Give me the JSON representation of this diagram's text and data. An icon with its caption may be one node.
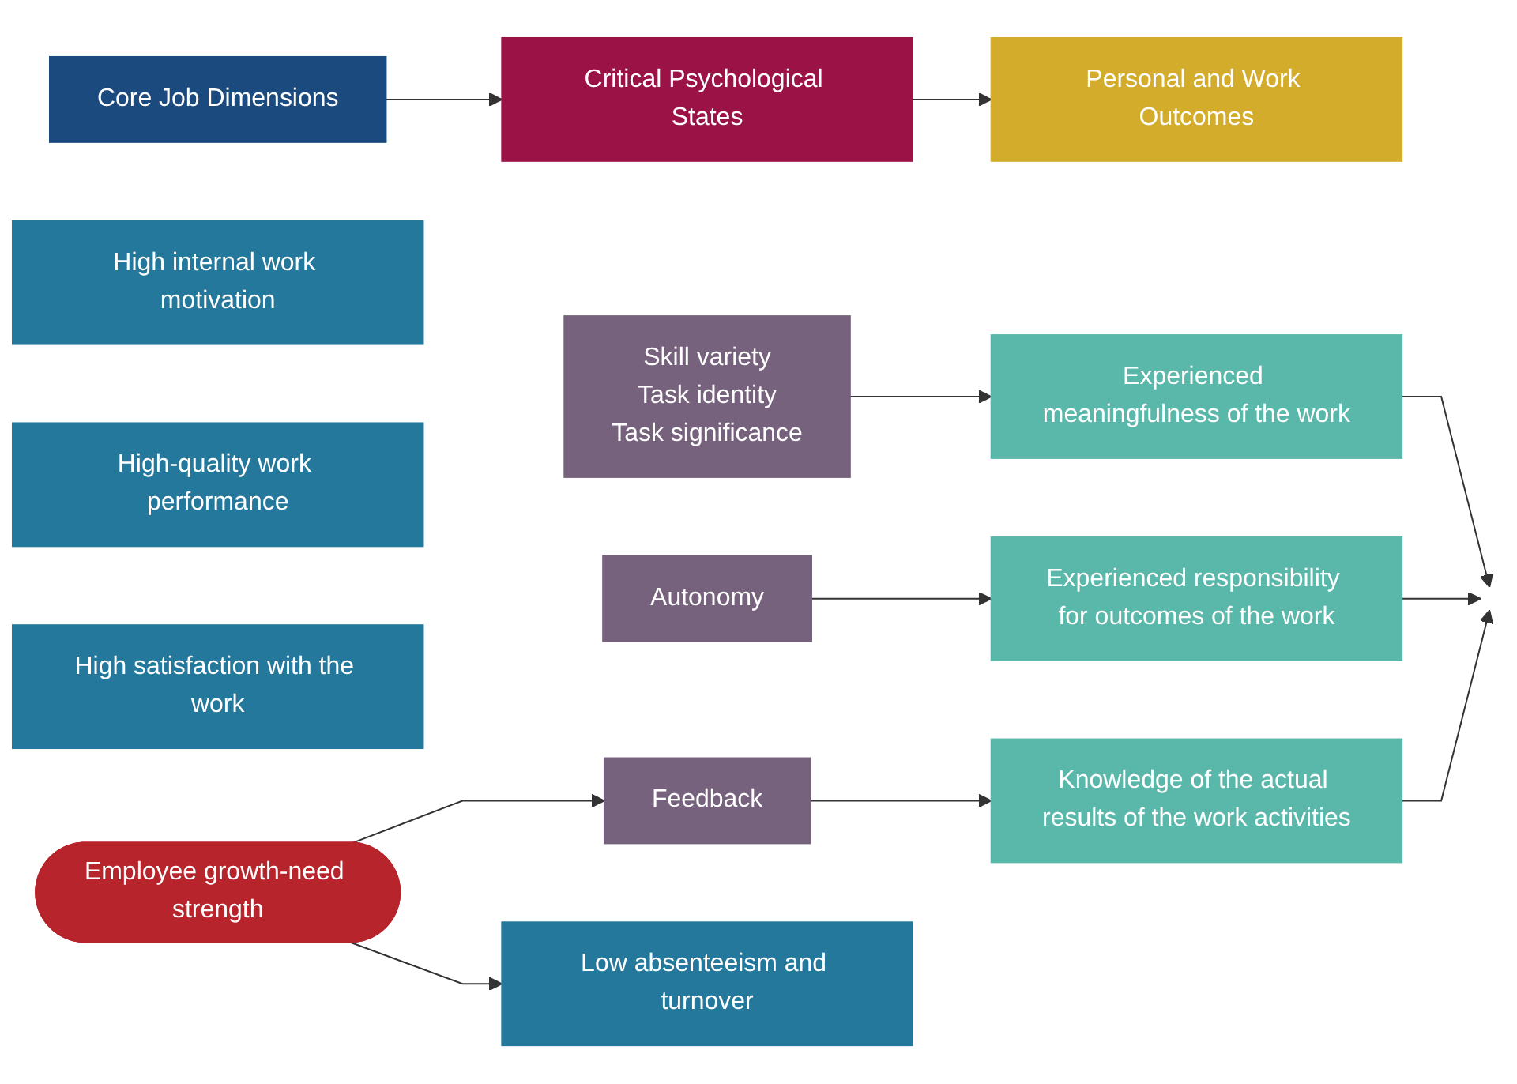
{
  "diagram": {
    "nodes": [
      {
        "text": [
          "Core Job Dimensions"
        ]
      },
      {
        "text": [
          "Critical Psychological States"
        ]
      },
      {
        "text": [
          "Personal and Work Outcomes"
        ]
      },
      {
        "text": [
          "Skill variety",
          "Task identity",
          "Task significance"
        ]
      },
      {
        "text": [
          "Experienced meaningfulness of the work"
        ]
      },
      {
        "text": [
          "Autonomy"
        ]
      },
      {
        "text": [
          "Experienced responsibility for outcomes of the work"
        ]
      },
      {
        "text": [
          "Feedback"
        ]
      },
      {
        "text": [
          "Knowledge of the actual results of the work activities"
        ]
      },
      {
        "text": [
          "High internal work motivation"
        ]
      },
      {
        "text": [
          "High-quality work performance"
        ]
      },
      {
        "text": [
          "High satisfaction with the work"
        ]
      },
      {
        "text": [
          "Low absenteeism and turnover"
        ]
      },
      {
        "text": [
          "Employee growth-need strength"
        ]
      }
    ],
    "edges": [
      {
        "from": 0,
        "to": 1,
        "arrow": "to"
      },
      {
        "from": 1,
        "to": 2,
        "arrow": "to"
      },
      {
        "from": 3,
        "to": 4,
        "arrow": "to"
      },
      {
        "from": 5,
        "to": 6,
        "arrow": "to"
      },
      {
        "from": 7,
        "to": 8,
        "arrow": "to"
      },
      {
        "from": 4,
        "to": null,
        "arrow": "to"
      },
      {
        "from": 6,
        "to": null,
        "arrow": "to"
      },
      {
        "from": 8,
        "to": null,
        "arrow": "to"
      },
      {
        "from": 13,
        "to": 7,
        "arrow": "to"
      },
      {
        "from": 13,
        "to": 12,
        "arrow": "to"
      }
    ]
  }
}
